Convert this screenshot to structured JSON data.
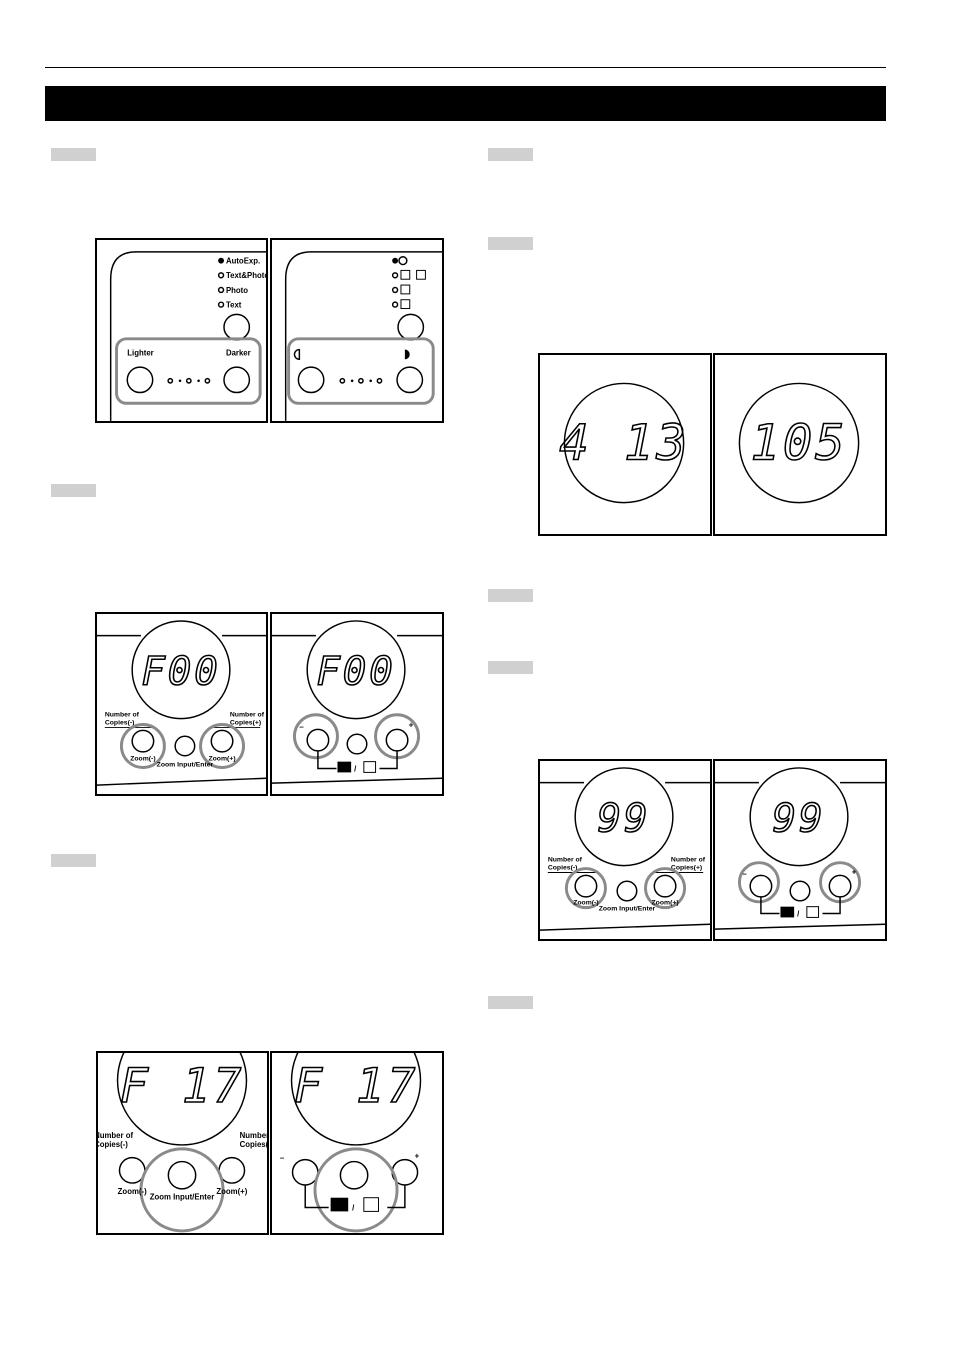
{
  "exposure_panel": {
    "modes": [
      "AutoExp.",
      "Text&Photo",
      "Photo",
      "Text"
    ],
    "lighter_label": "Lighter",
    "darker_label": "Darker"
  },
  "copies_panel": {
    "display_f00": "F00",
    "display_f17": "F 17",
    "display_99": "99",
    "copies_minus_label": "Number of Copies(-)",
    "copies_plus_label": "Number of Copies(+)",
    "zoom_minus_label": "Zoom(-)",
    "zoom_plus_label": "Zoom(+)",
    "zoom_enter_label": "Zoom Input/Enter",
    "minus_symbol": "–",
    "plus_symbol": "+",
    "slash": "/"
  },
  "digit_displays": [
    "4 13",
    "105"
  ]
}
